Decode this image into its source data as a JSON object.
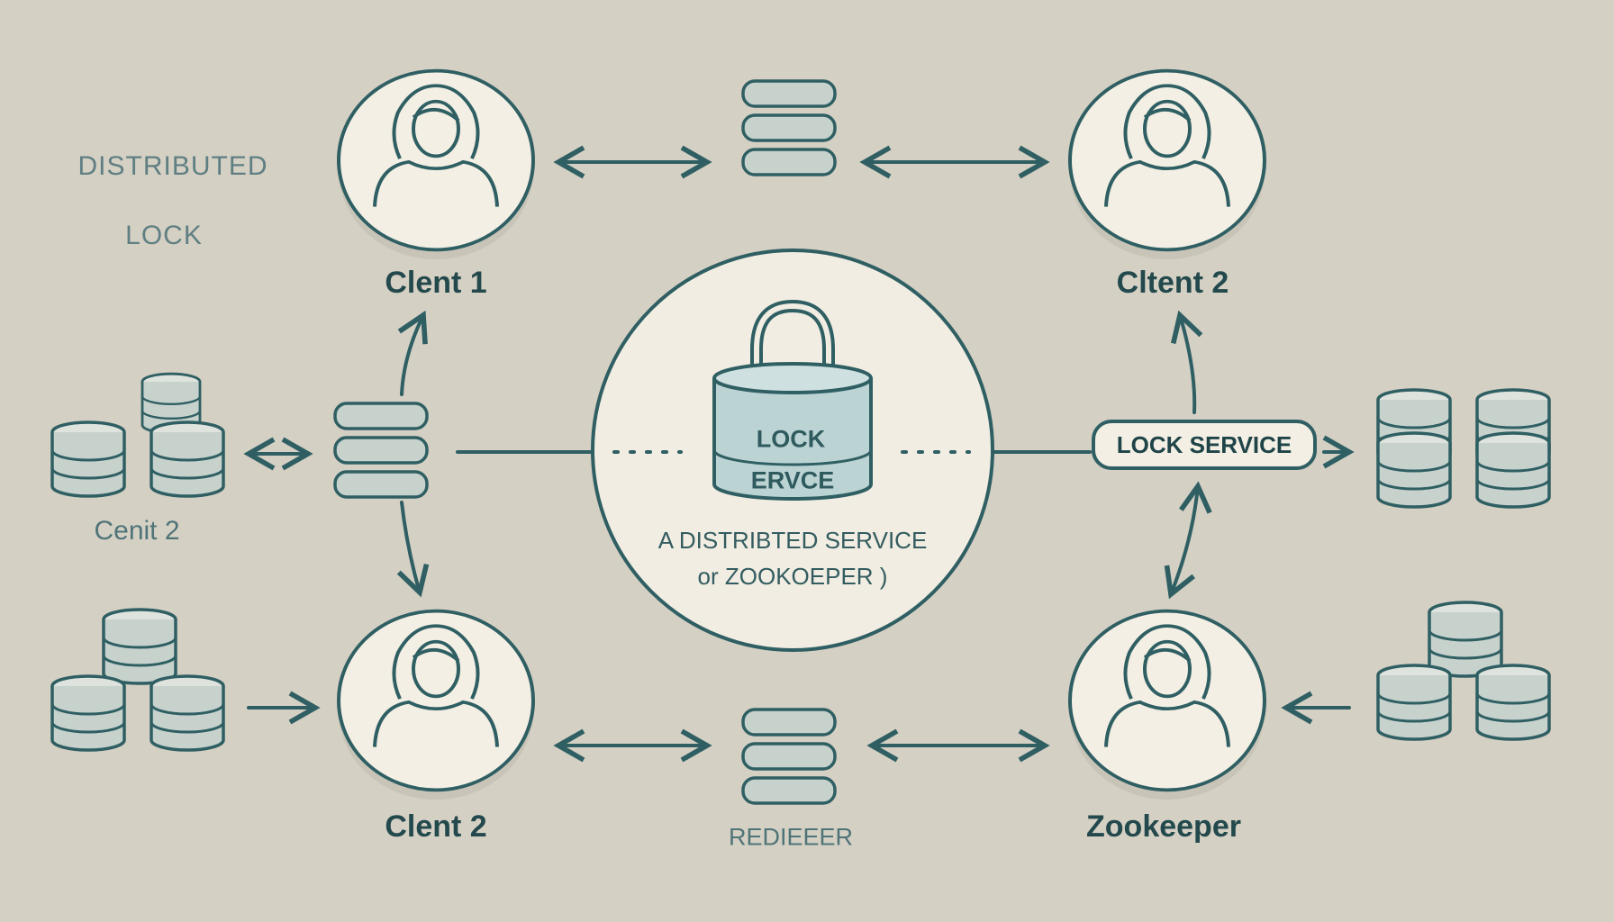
{
  "colors": {
    "background": "#d5d0c4",
    "stroke": "#2f5f63",
    "fill_light": "#f3efe4",
    "db_fill": "#c7d2cd",
    "lock_fill": "#bcd3d4"
  },
  "title": {
    "line1": "DISTRIBUTED",
    "line2": "LOCK"
  },
  "nodes": {
    "client1": {
      "label": "Clent 1",
      "icon": "person-icon"
    },
    "client2_top": {
      "label": "Cltent 2",
      "icon": "person-icon"
    },
    "client2_bottom": {
      "label": "Clent 2",
      "icon": "person-icon"
    },
    "zookeeper": {
      "label": "Zookeeper",
      "icon": "person-icon"
    }
  },
  "center": {
    "lock_line1": "LOCK",
    "lock_line2": "ERVCE",
    "caption_line1": "A DISTRIBTED SERVICE",
    "caption_line2": "or ZOOKOEPER )",
    "icon": "padlock-icon"
  },
  "lock_service_label": "LOCK SERVICE",
  "left_group_label": "Cenit 2",
  "bottom_server_label": "REDIEEER"
}
